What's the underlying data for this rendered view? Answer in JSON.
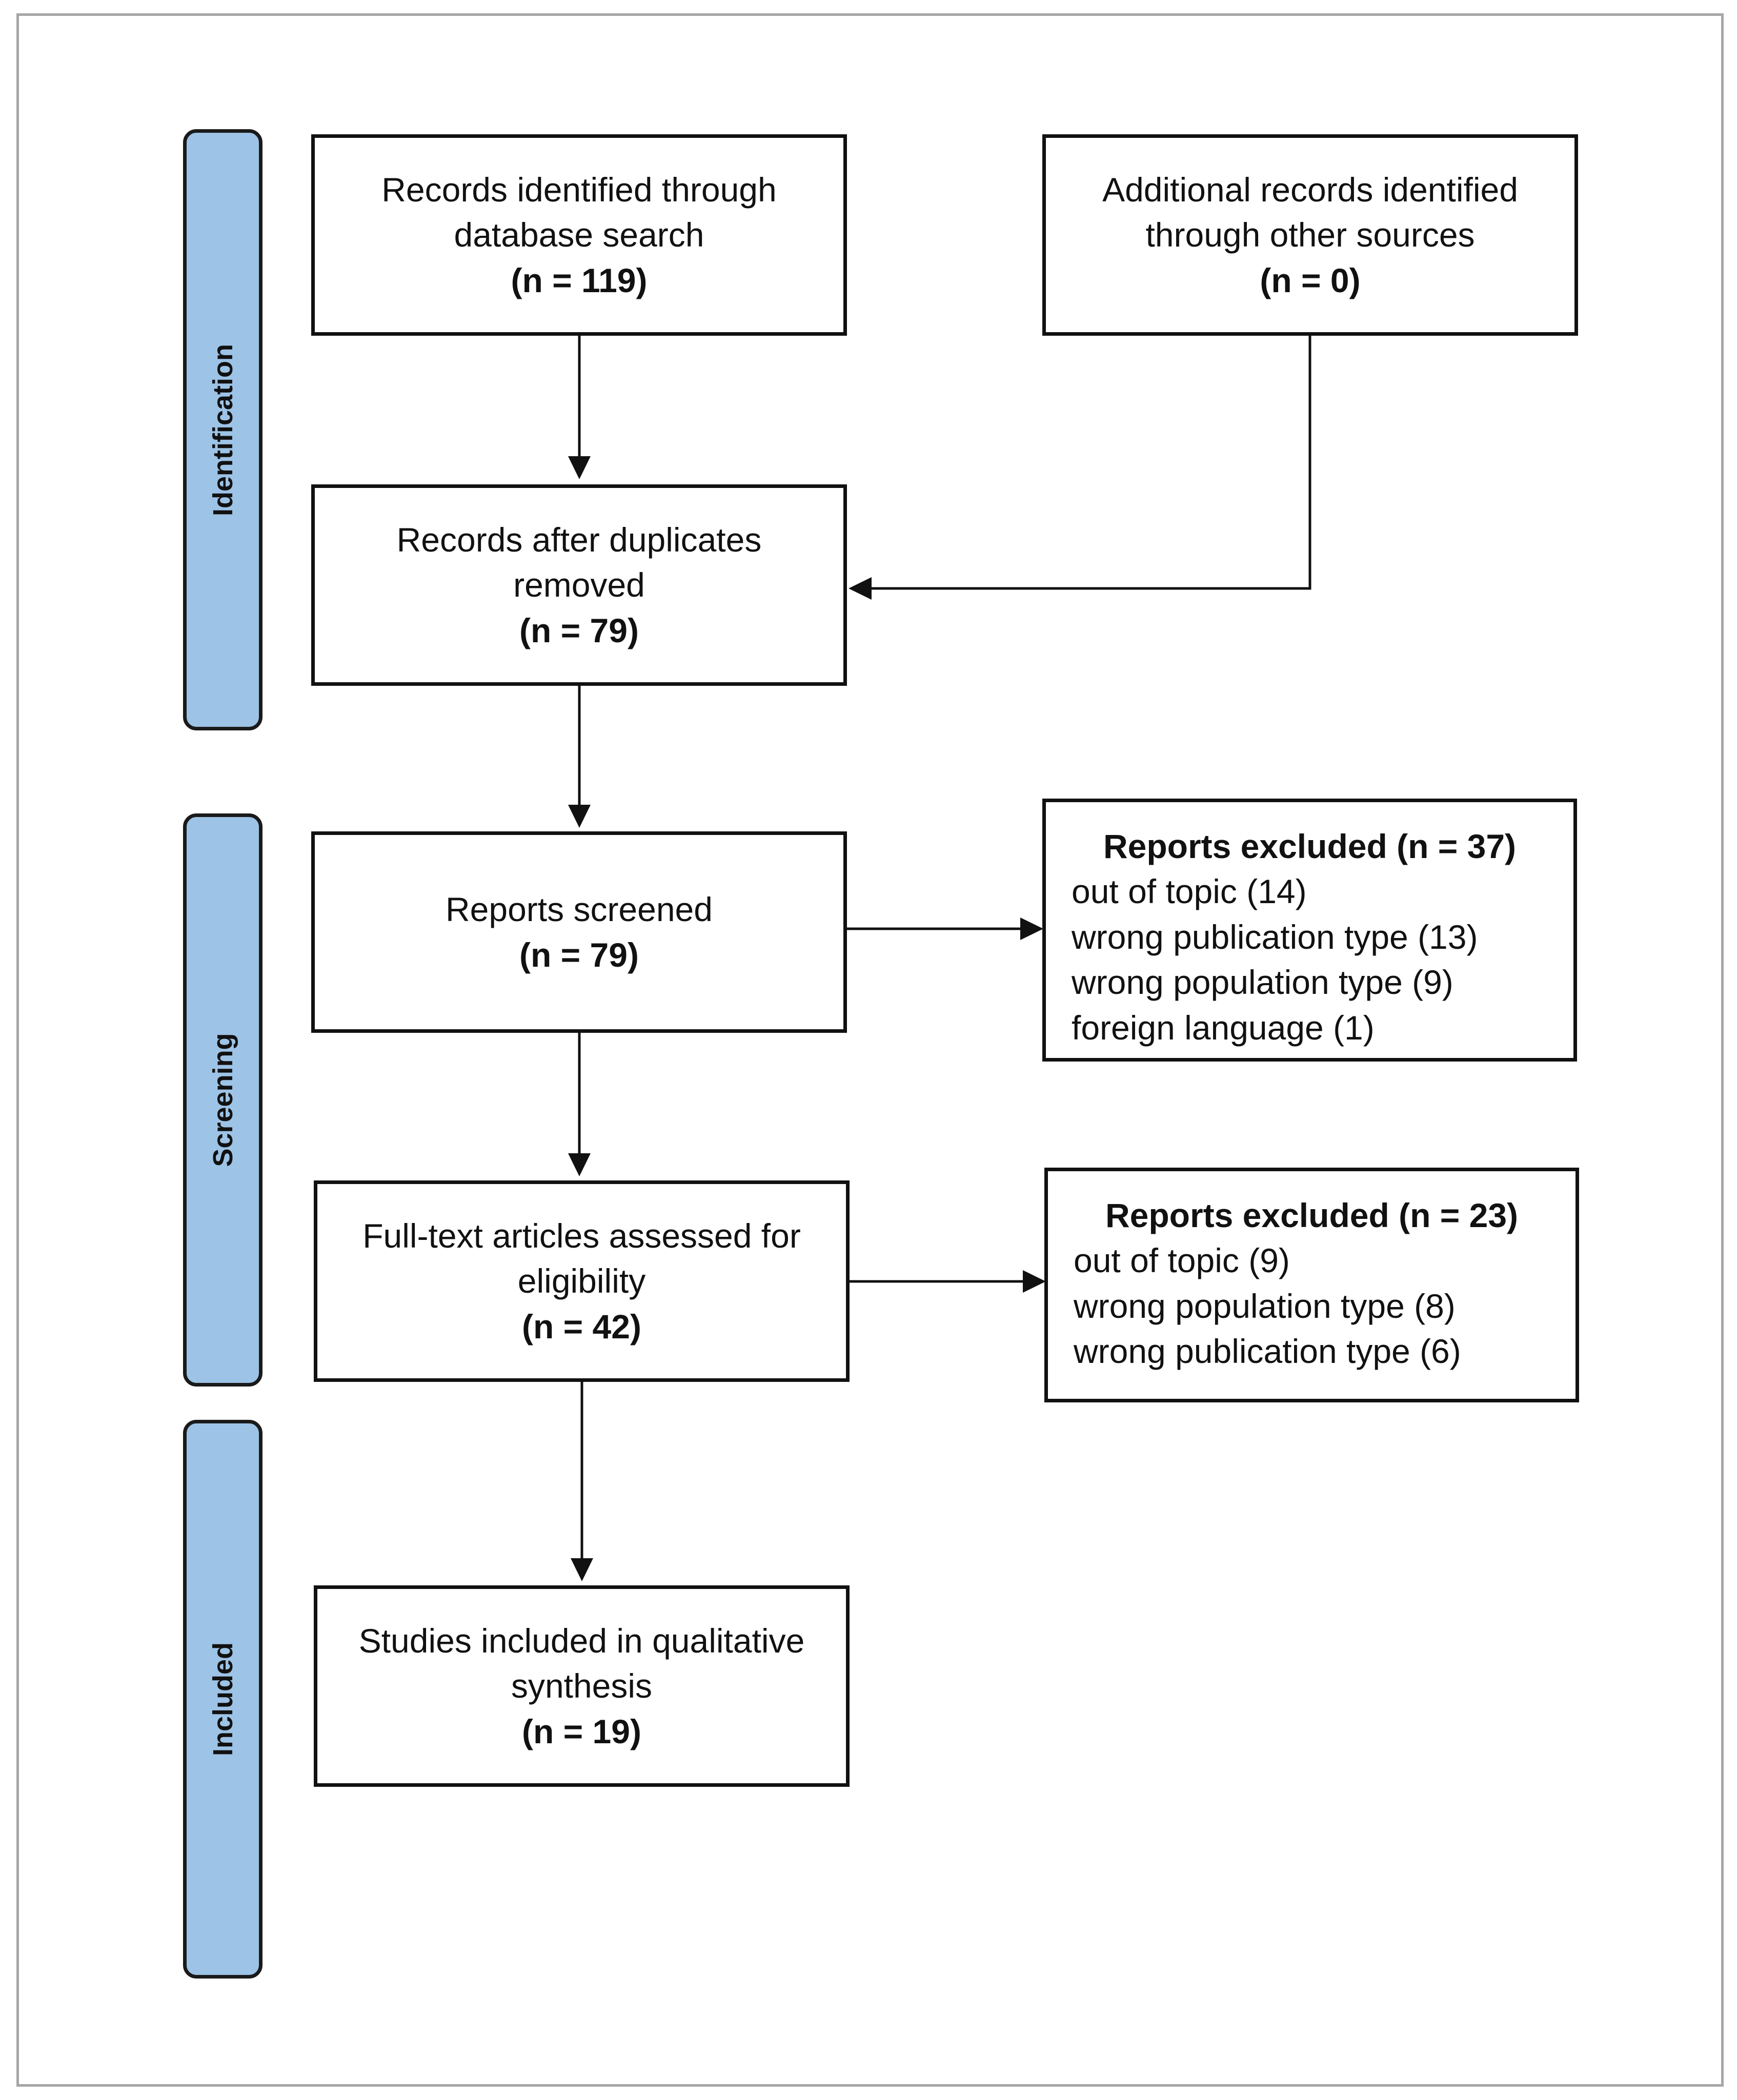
{
  "phases": [
    {
      "label": "Identification"
    },
    {
      "label": "Screening"
    },
    {
      "label": "Included"
    }
  ],
  "boxes": {
    "db_search": {
      "lines": [
        "Records identified through",
        "database search"
      ],
      "count": "(n = 119)"
    },
    "other_sources": {
      "lines": [
        "Additional records identified",
        "through other sources"
      ],
      "count": "(n = 0)"
    },
    "dedup": {
      "lines": [
        "Records after duplicates",
        "removed"
      ],
      "count": "(n = 79)"
    },
    "screened": {
      "lines": [
        "Reports screened"
      ],
      "count": "(n = 79)"
    },
    "fulltext": {
      "lines": [
        "Full-text articles assessed for",
        "eligibility"
      ],
      "count": "(n = 42)"
    },
    "included": {
      "lines": [
        "Studies included in qualitative",
        "synthesis"
      ],
      "count": "(n = 19)"
    }
  },
  "exclusions": {
    "screening": {
      "title": "Reports excluded (n = 37)",
      "reasons": [
        "out of topic (14)",
        "wrong publication type (13)",
        "wrong population type (9)",
        "foreign language (1)"
      ]
    },
    "fulltext": {
      "title": "Reports excluded (n = 23)",
      "reasons": [
        "out of topic (9)",
        "wrong population type (8)",
        "wrong publication type (6)"
      ]
    }
  }
}
